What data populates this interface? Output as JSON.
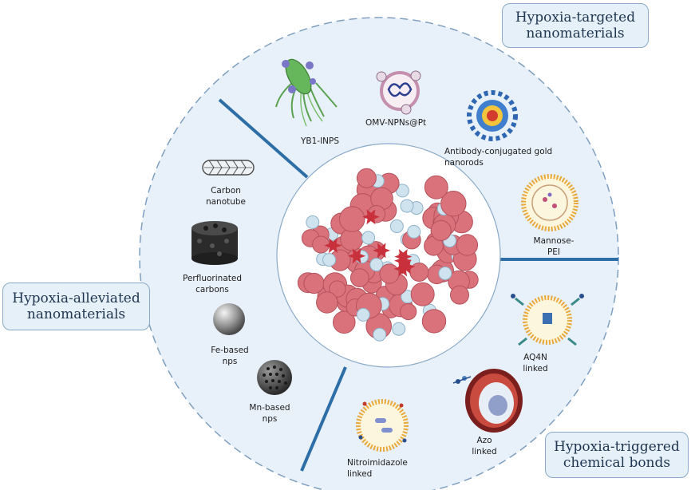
{
  "boxes": {
    "targeted": {
      "line1": "Hypoxia-targeted",
      "line2": "nanomaterials"
    },
    "alleviated": {
      "line1": "Hypoxia-alleviated",
      "line2": "nanomaterials"
    },
    "triggered": {
      "line1": "Hypoxia-triggered",
      "line2": "chemical bonds"
    }
  },
  "items": {
    "yb1": "YB1-INPS",
    "omv": "OMV-NPNs@Pt",
    "antibody_l1": "Antibody-conjugated gold",
    "antibody_l2": "nanorods",
    "mannose_l1": "Mannose-",
    "mannose_l2": "PEI",
    "carbon_l1": "Carbon",
    "carbon_l2": "nanotube",
    "pfc_l1": "Perfluorinated",
    "pfc_l2": "carbons",
    "fe_l1": "Fe-based",
    "fe_l2": "nps",
    "mn_l1": "Mn-based",
    "mn_l2": "nps",
    "aq4n_l1": "AQ4N",
    "aq4n_l2": "linked",
    "azo_l1": "Azo",
    "azo_l2": "linked",
    "nitro_l1": "Nitroimidazole",
    "nitro_l2": "linked"
  },
  "colors": {
    "ring_fill": "#e8f1f9",
    "ring_border": "#7f9fc0",
    "divider": "#2e6ea6",
    "box_fill": "#e6f0f8",
    "tumor_cell": "#d9727b",
    "immune_cell": "#cfe3ef"
  },
  "icons": [
    "bacteria-icon",
    "vesicle-icon",
    "gold-nanorod-icon",
    "liposome-icon",
    "carbon-nanotube-icon",
    "porous-carbon-icon",
    "fe-nanoparticle-icon",
    "mn-nanoparticle-icon",
    "aq4n-liposome-icon",
    "azo-cell-icon",
    "nitroimidazole-vesicle-icon",
    "tumor-cluster-icon"
  ]
}
